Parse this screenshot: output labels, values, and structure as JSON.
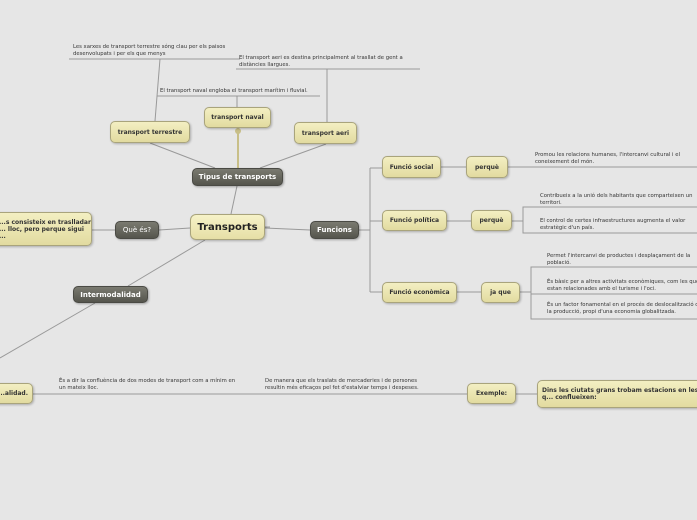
{
  "central": "Transports",
  "tipus": {
    "label": "Tipus de transports",
    "terrestre": {
      "label": "transport terrestre",
      "note": "Les xarxes de transport terrestre sóng clau per els paisos desenvolupats i per els que menys"
    },
    "naval": {
      "label": "transport naval",
      "note": "El transport naval engloba el transport marítim i fluvial."
    },
    "aeri": {
      "label": "transport aeri",
      "note": "El transport aeri es destina principalment al trasllat de gent a distàncies llargues."
    }
  },
  "que_es": {
    "label": "Què és?",
    "note": "...s consisteix en traslladar ... lloc, pero perque sigui ..."
  },
  "intermodalitat": {
    "label": "Intermodalidad",
    "sub": "...alidad.",
    "note1": "És a dir la confluència de dos modes de transport com a mínim en un mateix lloc.",
    "note2": "De manera que els traslats de mercaderies i de persones resultin més eficaços pel fet d'estalviar temps i despeses.",
    "example_label": "Exemple:",
    "example": "Dins les ciutats grans trobam estacions en les q... conflueixen:"
  },
  "funcions": {
    "label": "Funcions",
    "social": {
      "label": "Funció social",
      "link": "perquè",
      "notes": [
        "Promou les relacions humanes, l'intercanvi cultural i el coneixement del món."
      ]
    },
    "politica": {
      "label": "Funció política",
      "link": "perquè",
      "notes": [
        "Contribueix a la unió dels habitants que comparteixen un territori.",
        "El control de certes infraestructures augmenta el valor estratègic d'un país."
      ]
    },
    "economica": {
      "label": "Funció econòmica",
      "link": "ja que",
      "notes": [
        "Permet l'intercanvi de productes i desplaçament de la població.",
        "És bàsic per a altres activitats econòmiques, com les que estan relacionades amb el turisme i l'oci.",
        "És un factor fonamental en el procés de deslocalització de la producció, propi d'una economia globalitzada."
      ]
    }
  }
}
